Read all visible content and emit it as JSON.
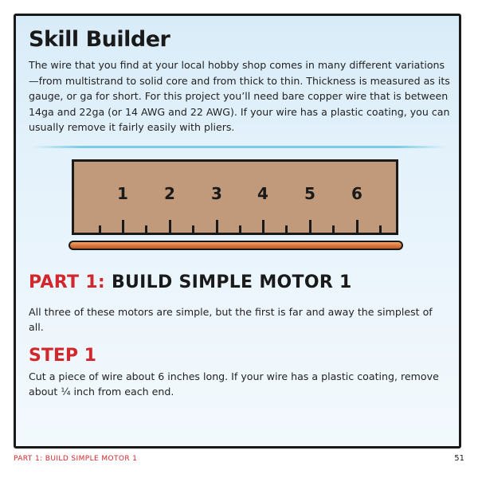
{
  "title": "Skill Builder",
  "intro": "The wire that you find at your local hobby shop comes in many different variations—from multistrand to solid core and from thick to thin. Thickness is measured as its gauge, or ga for short. For this project you’ll need bare copper wire that is between 14ga and 22ga (or 14 AWG and 22 AWG). If your wire has a plastic coating, you can usually remove it fairly easily with pliers.",
  "ruler": {
    "numbers": [
      "1",
      "2",
      "3",
      "4",
      "5",
      "6"
    ],
    "color": "#c09a7a"
  },
  "wire": {
    "color": "#d9773d"
  },
  "part": {
    "label": "PART 1:",
    "title": "BUILD SIMPLE MOTOR 1",
    "text": "All three of these motors are simple, but the first is far and away the simplest of all."
  },
  "step": {
    "heading": "STEP 1",
    "text": "Cut a piece of wire about 6 inches long. If your wire has a plastic coating, remove about ¼ inch from each end."
  },
  "footer": {
    "section": "PART 1: BUILD SIMPLE MOTOR 1",
    "page": "51"
  },
  "colors": {
    "accent_red": "#d1282d",
    "panel_blue": "#d8ecf8",
    "divider_blue": "#7ccbe6"
  }
}
